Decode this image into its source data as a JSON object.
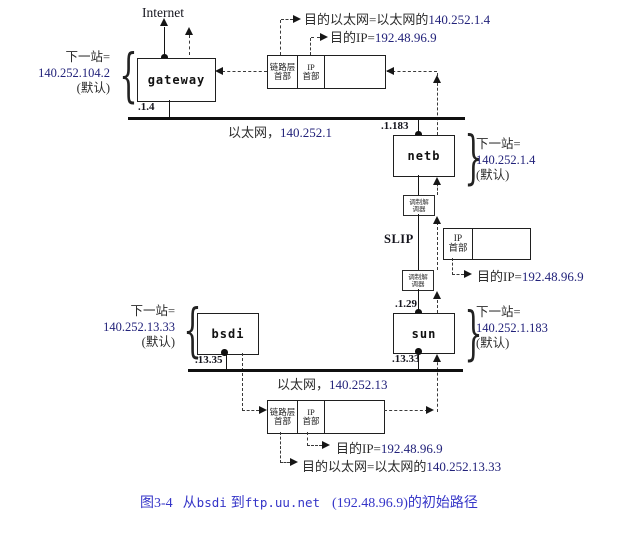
{
  "internet_label": "Internet",
  "hosts": {
    "gateway": "gateway",
    "netb": "netb",
    "sun": "sun",
    "bsdi": "bsdi"
  },
  "ports": {
    "gateway": ".1.4",
    "netb": ".1.183",
    "sun_slip": ".1.29",
    "sun_eth": ".13.33",
    "bsdi": ".13.35"
  },
  "ethernet_top": {
    "prefix": "以太网，",
    "address": "140.252.1"
  },
  "ethernet_bottom": {
    "prefix": "以太网，",
    "address": "140.252.13"
  },
  "slip_label": "SLIP",
  "modem": {
    "l1": "调制解",
    "l2": "调器"
  },
  "frame_cells": {
    "link_l1": "链路层",
    "link_l2": "首部",
    "ip_l1": "IP",
    "ip_l2": "首部"
  },
  "next_hop": {
    "gateway": {
      "l1": "下一站=",
      "addr": "140.252.104.2",
      "l3": "(默认)"
    },
    "netb": {
      "l1": "下一站=",
      "addr": "140.252.1.4",
      "l3": "(默认)"
    },
    "sun": {
      "l1": "下一站=",
      "addr": "140.252.1.183",
      "l3": "(默认)"
    },
    "bsdi": {
      "l1": "下一站=",
      "addr": "140.252.13.33",
      "l3": "(默认)"
    }
  },
  "annotations": {
    "top_eth": {
      "label": "目的以太网=以太网的",
      "addr": "140.252.1.4"
    },
    "top_ip": {
      "label": "目的IP=",
      "addr": "192.48.96.9"
    },
    "slip_ip": {
      "label": "目的IP=",
      "addr": "192.48.96.9"
    },
    "bottom_ip": {
      "label": "目的IP=",
      "addr": "192.48.96.9"
    },
    "bottom_eth": {
      "label": "目的以太网=以太网的",
      "addr": "140.252.13.33"
    }
  },
  "caption": {
    "fig": "图3-4",
    "p1": "从",
    "host1": "bsdi",
    "p2": "到",
    "host2": "ftp.uu.net",
    "p3": "(192.48.96.9)的初始路径"
  },
  "glyphs": {
    "brace_left": "{",
    "brace_right": "}"
  }
}
